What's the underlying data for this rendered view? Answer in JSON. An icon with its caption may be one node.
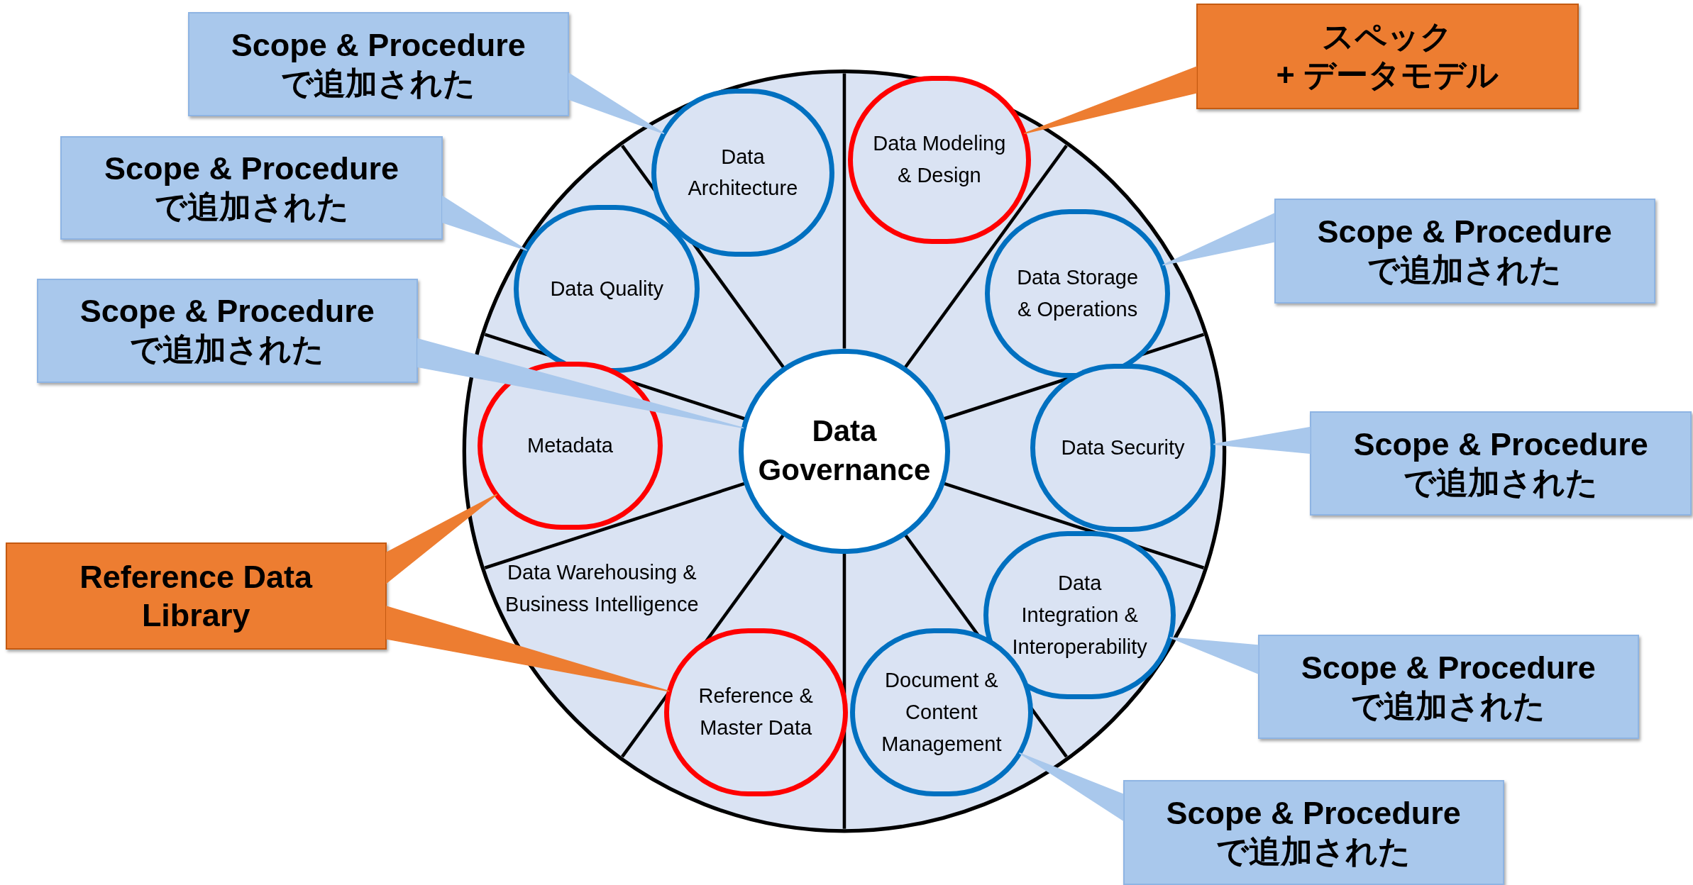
{
  "diagram": {
    "nodes": [
      {
        "text": [
          "Data Governance"
        ]
      },
      {
        "text": [
          "Data Architecture"
        ]
      },
      {
        "text": [
          "Data Modeling & Design"
        ]
      },
      {
        "text": [
          "Data Quality"
        ]
      },
      {
        "text": [
          "Data Storage & Operations"
        ]
      },
      {
        "text": [
          "Metadata"
        ]
      },
      {
        "text": [
          "Data Security"
        ]
      },
      {
        "text": [
          "Data Integration & Interoperability"
        ]
      },
      {
        "text": [
          "Reference & Master Data"
        ]
      },
      {
        "text": [
          "Document & Content Management"
        ]
      },
      {
        "text": [
          "Scope & Procedure",
          "で追加された"
        ]
      },
      {
        "text": [
          "スペック",
          "+ データモデル"
        ]
      },
      {
        "text": [
          "Scope & Procedure",
          "で追加された"
        ]
      },
      {
        "text": [
          "Scope & Procedure",
          "で追加された"
        ]
      },
      {
        "text": [
          "Scope & Procedure",
          "で追加された"
        ]
      },
      {
        "text": [
          "Scope & Procedure",
          "で追加された"
        ]
      },
      {
        "text": [
          "Reference Data Library"
        ]
      },
      {
        "text": [
          "Scope & Procedure",
          "で追加された"
        ]
      },
      {
        "text": [
          "Scope & Procedure",
          "で追加された"
        ]
      }
    ],
    "edges": [
      {
        "from": 10,
        "to": 1,
        "arrow": "none"
      },
      {
        "from": 11,
        "to": 2,
        "arrow": "none",
        "color": "#ed7d31"
      },
      {
        "from": 12,
        "to": 3,
        "arrow": "none"
      },
      {
        "from": 13,
        "to": 4,
        "arrow": "none"
      },
      {
        "from": 14,
        "to": 0,
        "arrow": "none"
      },
      {
        "from": 15,
        "to": 6,
        "arrow": "none"
      },
      {
        "from": 16,
        "to": 5,
        "arrow": "none",
        "color": "#ed7d31"
      },
      {
        "from": 16,
        "to": 8,
        "arrow": "none",
        "color": "#ed7d31"
      },
      {
        "from": 17,
        "to": 7,
        "arrow": "none"
      },
      {
        "from": 18,
        "to": 9,
        "arrow": "none"
      }
    ],
    "labels": [
      "Data Warehousing & Business Intelligence"
    ]
  }
}
